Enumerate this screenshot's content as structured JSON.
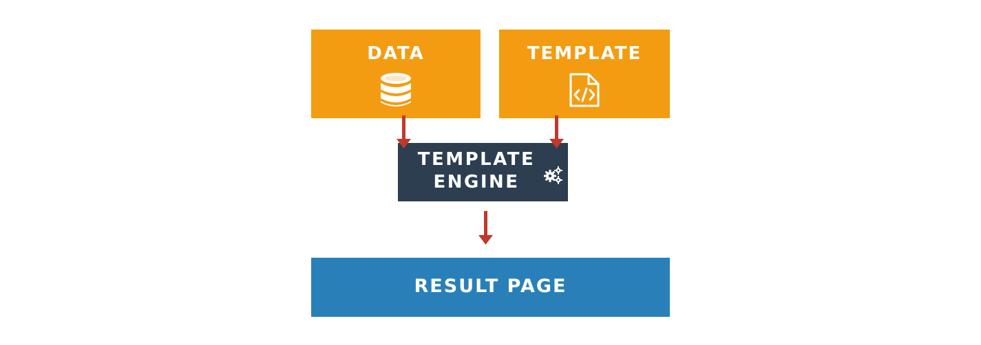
{
  "data_box": {
    "label": "DATA",
    "icon": "database-icon"
  },
  "template_box": {
    "label": "TEMPLATE",
    "icon": "code-file-icon"
  },
  "engine_box": {
    "line1": "TEMPLATE",
    "line2": "ENGINE",
    "icon": "gears-icon"
  },
  "result_box": {
    "label": "RESULT PAGE"
  },
  "colors": {
    "input_box": "#f39c12",
    "engine_box": "#2c3e50",
    "result_box": "#2980b9",
    "arrow": "#c0392b",
    "text": "#ffffff"
  }
}
